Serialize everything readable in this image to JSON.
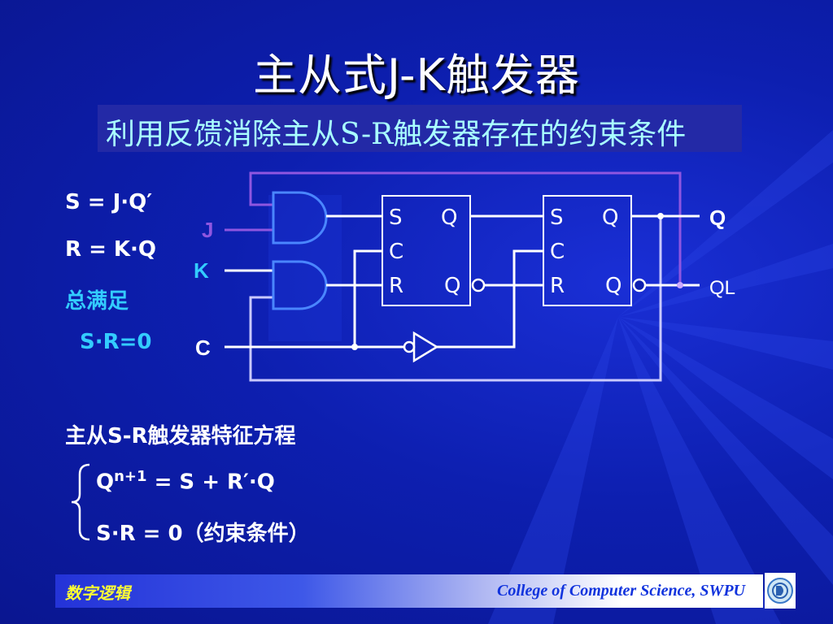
{
  "slide": {
    "title": "主从式J-K触发器",
    "subtitle": "利用反馈消除主从S-R触发器存在的约束条件"
  },
  "equations": {
    "s_eq": "S = J·Q′",
    "r_eq": "R = K·Q",
    "always": "总满足",
    "sr_zero": "S·R=0"
  },
  "circuit": {
    "input_j": "J",
    "input_k": "K",
    "input_c": "C",
    "ff1": {
      "s": "S",
      "c": "C",
      "r": "R",
      "q": "Q",
      "qn": "Q"
    },
    "ff2": {
      "s": "S",
      "c": "C",
      "r": "R",
      "q": "Q",
      "qn": "Q"
    },
    "out_q": "Q",
    "out_ql": "QL"
  },
  "characteristic": {
    "heading": "主从S-R触发器特征方程",
    "eq1_q": "Q",
    "eq1_sup": "n+1",
    "eq1_rest": " = S + R′·Q",
    "eq2": "S·R = 0（约束条件）"
  },
  "footer": {
    "course": "数字逻辑",
    "college": "College of Computer Science, SWPU"
  },
  "colors": {
    "accent_cyan": "#a9ffff",
    "label_blue": "#33ccff",
    "gate_blue": "#4a86ff",
    "feedback_purple": "#8844dd",
    "course_yellow": "#ffff33"
  }
}
